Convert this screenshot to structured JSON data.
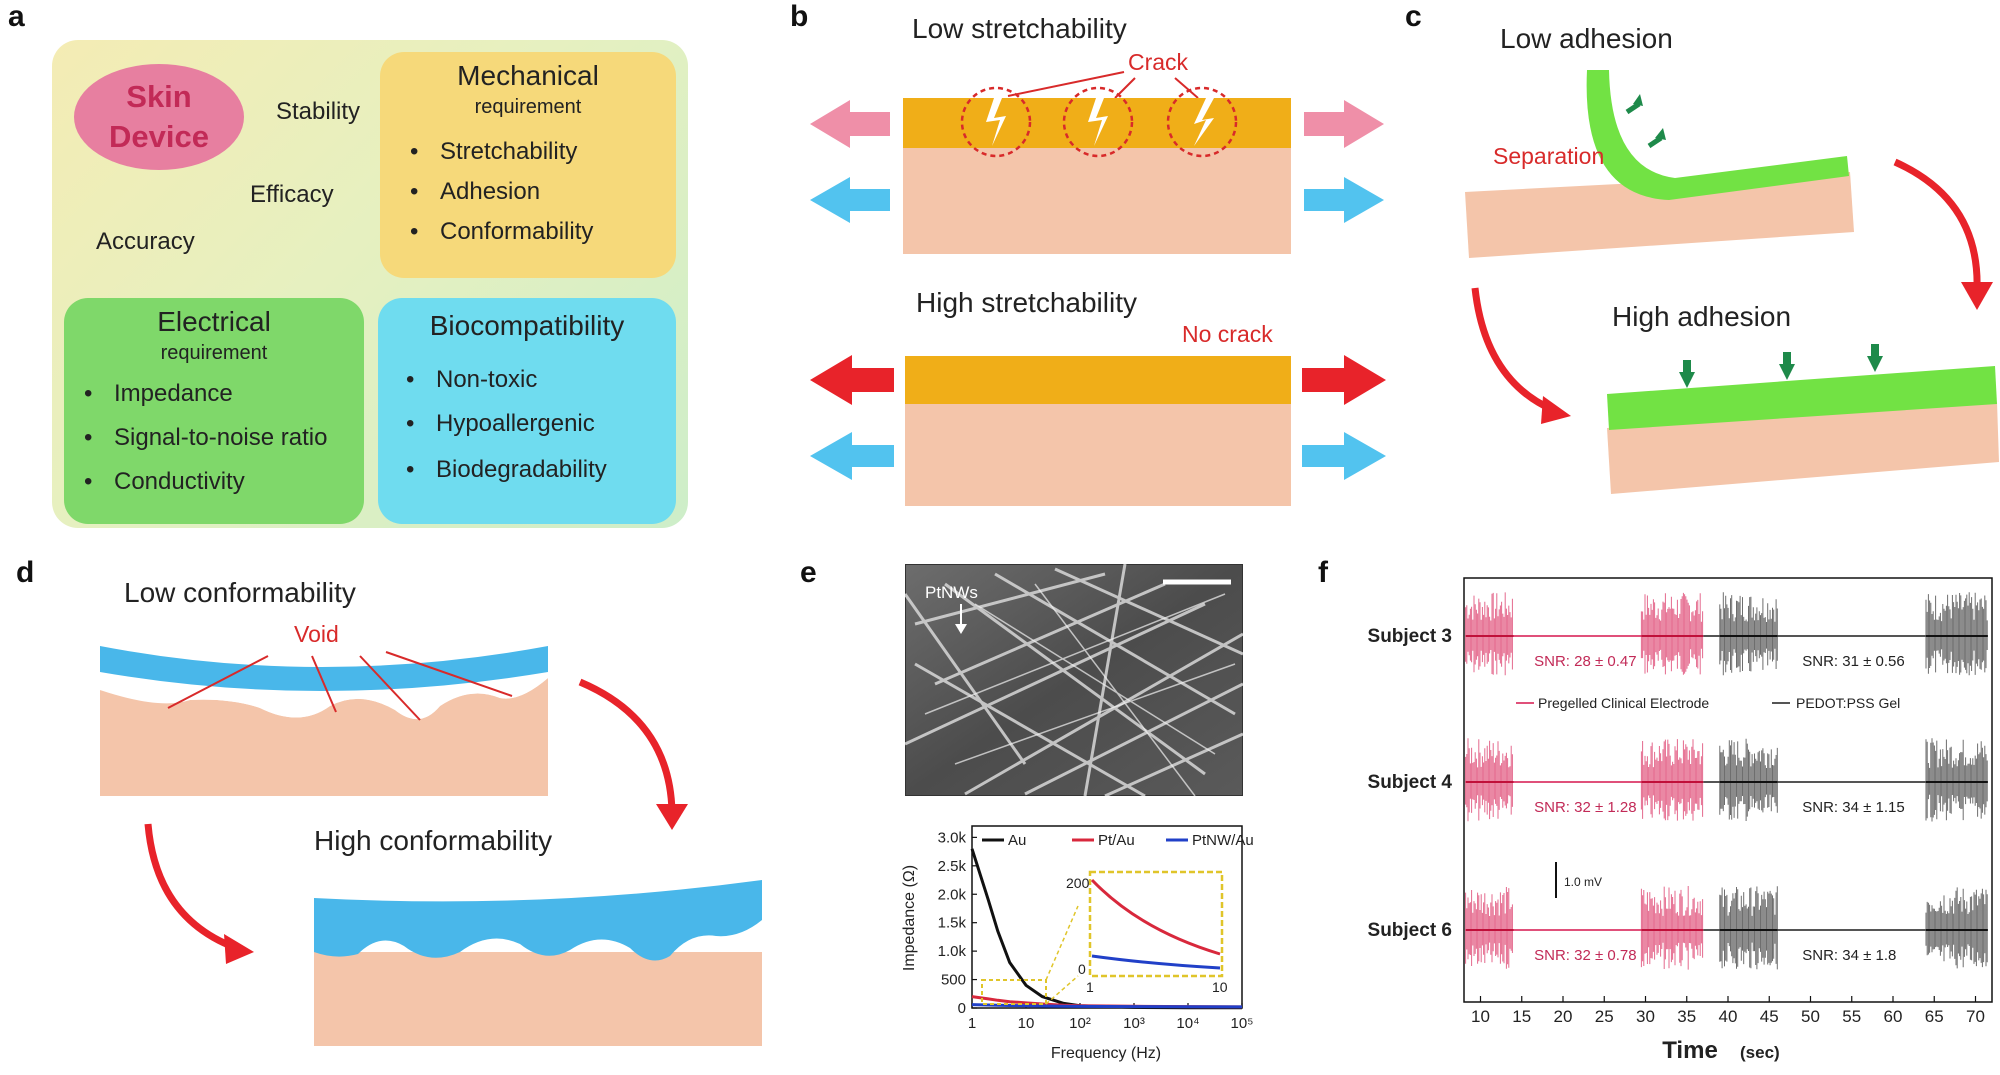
{
  "panels": {
    "a": "a",
    "b": "b",
    "c": "c",
    "d": "d",
    "e": "e",
    "f": "f"
  },
  "panel_a": {
    "center": {
      "line1": "Skin",
      "line2": "Device"
    },
    "floating": [
      "Stability",
      "Efficacy",
      "Accuracy"
    ],
    "mechanical": {
      "title": "Mechanical",
      "subtitle": "requirement",
      "items": [
        "Stretchability",
        "Adhesion",
        "Conformability"
      ]
    },
    "electrical": {
      "title": "Electrical",
      "subtitle": "requirement",
      "items": [
        "Impedance",
        "Signal-to-noise ratio",
        "Conductivity"
      ]
    },
    "biocompatibility": {
      "title": "Biocompatibility",
      "items": [
        "Non-toxic",
        "Hypoallergenic",
        "Biodegradability"
      ]
    },
    "colors": {
      "mechanical": "#f6d97a",
      "electrical": "#7fd86a",
      "biocompatibility": "#6fdcef",
      "skin": "#e77fa0"
    }
  },
  "panel_b": {
    "low_title": "Low stretchability",
    "crack_label": "Crack",
    "high_title": "High stretchability",
    "no_crack_label": "No crack"
  },
  "panel_c": {
    "low_title": "Low adhesion",
    "separation_label": "Separation",
    "high_title": "High adhesion"
  },
  "panel_d": {
    "low_title": "Low conformability",
    "void_label": "Void",
    "high_title": "High conformability"
  },
  "panel_e": {
    "micrograph_label": "PtNWs",
    "chart_data": {
      "type": "line",
      "xlabel": "Frequency (Hz)",
      "ylabel": "Impedance (Ω)",
      "x_scale": "log",
      "x_ticks": [
        "1",
        "10",
        "10²",
        "10³",
        "10⁴",
        "10⁵"
      ],
      "y_ticks": [
        "0",
        "500",
        "1.0k",
        "1.5k",
        "2.0k",
        "2.5k",
        "3.0k"
      ],
      "ylim": [
        0,
        3200
      ],
      "x": [
        1,
        2,
        3,
        5,
        10,
        20,
        50,
        100,
        1000,
        10000,
        100000
      ],
      "series": [
        {
          "name": "Au",
          "color": "#111111",
          "values": [
            2800,
            1900,
            1350,
            800,
            400,
            200,
            80,
            40,
            10,
            5,
            5
          ]
        },
        {
          "name": "Pt/Au",
          "color": "#d8283c",
          "values": [
            200,
            160,
            135,
            110,
            90,
            70,
            50,
            40,
            30,
            25,
            20
          ]
        },
        {
          "name": "PtNW/Au",
          "color": "#2140c8",
          "values": [
            60,
            52,
            48,
            44,
            40,
            35,
            30,
            28,
            25,
            22,
            20
          ]
        }
      ],
      "inset": {
        "x_ticks": [
          "1",
          "10"
        ],
        "y_ticks": [
          "0",
          "200"
        ]
      },
      "legend_position": "top"
    }
  },
  "panel_f": {
    "chart_data": {
      "type": "line",
      "xlabel": "Time",
      "xlabel_unit": "(sec)",
      "x_ticks": [
        "10",
        "15",
        "20",
        "25",
        "30",
        "35",
        "40",
        "45",
        "50",
        "55",
        "60",
        "65",
        "70"
      ],
      "scale_bar": "1.0 mV",
      "legend": [
        {
          "name": "Pregelled Clinical Electrode",
          "color": "#e0507a"
        },
        {
          "name": "PEDOT:PSS Gel",
          "color": "#555555"
        }
      ],
      "subjects": [
        {
          "name": "Subject 3",
          "snr_clinical": "SNR: 28 ± 0.47",
          "snr_pedot": "SNR: 31 ± 0.56"
        },
        {
          "name": "Subject 4",
          "snr_clinical": "SNR: 32 ± 1.28",
          "snr_pedot": "SNR: 34 ± 1.15"
        },
        {
          "name": "Subject 6",
          "snr_clinical": "SNR: 32 ± 0.78",
          "snr_pedot": "SNR: 34 ± 1.8"
        }
      ]
    }
  }
}
